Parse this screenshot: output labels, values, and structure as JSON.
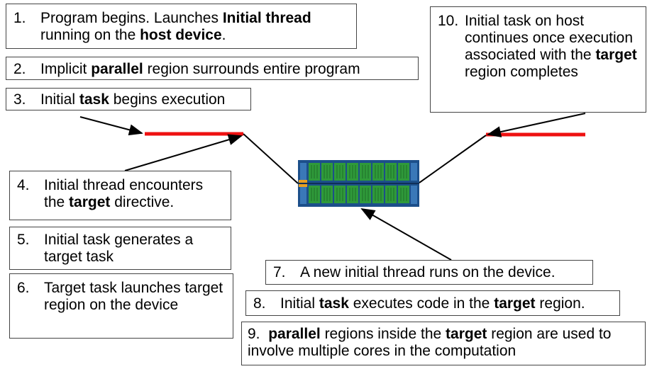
{
  "steps": [
    {
      "num": "1.",
      "parts": [
        {
          "t": "Program begins. Launches ",
          "b": false
        },
        {
          "t": "Initial thread",
          "b": true
        },
        {
          "t": " running on the ",
          "b": false
        },
        {
          "t": "host device",
          "b": true
        },
        {
          "t": ".",
          "b": false
        }
      ]
    },
    {
      "num": "2.",
      "parts": [
        {
          "t": "Implicit ",
          "b": false
        },
        {
          "t": "parallel",
          "b": true
        },
        {
          "t": " region surrounds entire program",
          "b": false
        }
      ]
    },
    {
      "num": "3.",
      "parts": [
        {
          "t": "Initial ",
          "b": false
        },
        {
          "t": "task",
          "b": true
        },
        {
          "t": " begins execution",
          "b": false
        }
      ]
    },
    {
      "num": "4.",
      "parts": [
        {
          "t": "Initial thread encounters the ",
          "b": false
        },
        {
          "t": "target",
          "b": true
        },
        {
          "t": " directive.",
          "b": false
        }
      ]
    },
    {
      "num": "5.",
      "parts": [
        {
          "t": "Initial task generates a target task",
          "b": false
        }
      ]
    },
    {
      "num": "6.",
      "parts": [
        {
          "t": "Target task launches target region on the device",
          "b": false
        }
      ]
    },
    {
      "num": "7.",
      "parts": [
        {
          "t": "A new initial thread runs on the device.",
          "b": false
        }
      ]
    },
    {
      "num": "8.",
      "parts": [
        {
          "t": "Initial ",
          "b": false
        },
        {
          "t": "task",
          "b": true
        },
        {
          "t": " executes code in the ",
          "b": false
        },
        {
          "t": "target",
          "b": true
        },
        {
          "t": " region.",
          "b": false
        }
      ]
    },
    {
      "num": "9.",
      "parts": [
        {
          "t": "parallel",
          "b": true
        },
        {
          "t": " regions inside the ",
          "b": false
        },
        {
          "t": "target",
          "b": true
        },
        {
          "t": " region are used to involve multiple cores in the computation",
          "b": false
        }
      ]
    },
    {
      "num": "10.",
      "parts": [
        {
          "t": "Initial task on host continues once execution associated with the ",
          "b": false
        },
        {
          "t": "target",
          "b": true
        },
        {
          "t": " region completes",
          "b": false
        }
      ]
    }
  ],
  "colors": {
    "task_bar": "#ee1111",
    "board_frame": "#1c4f8a",
    "board_cell": "#2f9a3a",
    "box_border": "#444444"
  },
  "icons": {
    "device": "accelerator-board-icon"
  }
}
